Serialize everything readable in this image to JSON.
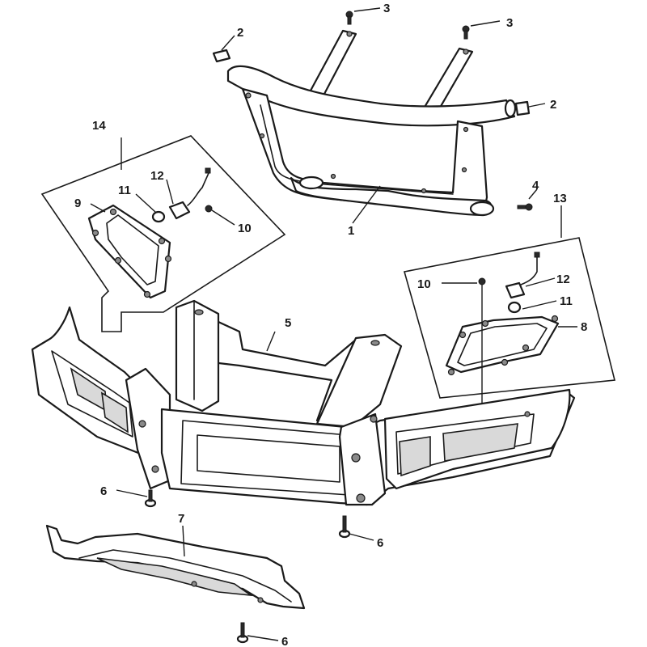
{
  "diagram": {
    "callouts": [
      {
        "id": "c3a",
        "label": "3"
      },
      {
        "id": "c3b",
        "label": "3"
      },
      {
        "id": "c2a",
        "label": "2"
      },
      {
        "id": "c2b",
        "label": "2"
      },
      {
        "id": "c14",
        "label": "14"
      },
      {
        "id": "c12a",
        "label": "12"
      },
      {
        "id": "c11a",
        "label": "11"
      },
      {
        "id": "c9",
        "label": "9"
      },
      {
        "id": "c10a",
        "label": "10"
      },
      {
        "id": "c1",
        "label": "1"
      },
      {
        "id": "c4",
        "label": "4"
      },
      {
        "id": "c13",
        "label": "13"
      },
      {
        "id": "c10b",
        "label": "10"
      },
      {
        "id": "c12b",
        "label": "12"
      },
      {
        "id": "c11b",
        "label": "11"
      },
      {
        "id": "c8",
        "label": "8"
      },
      {
        "id": "c5",
        "label": "5"
      },
      {
        "id": "c6a",
        "label": "6"
      },
      {
        "id": "c6b",
        "label": "6"
      },
      {
        "id": "c7",
        "label": "7"
      },
      {
        "id": "c6c",
        "label": "6"
      }
    ]
  }
}
